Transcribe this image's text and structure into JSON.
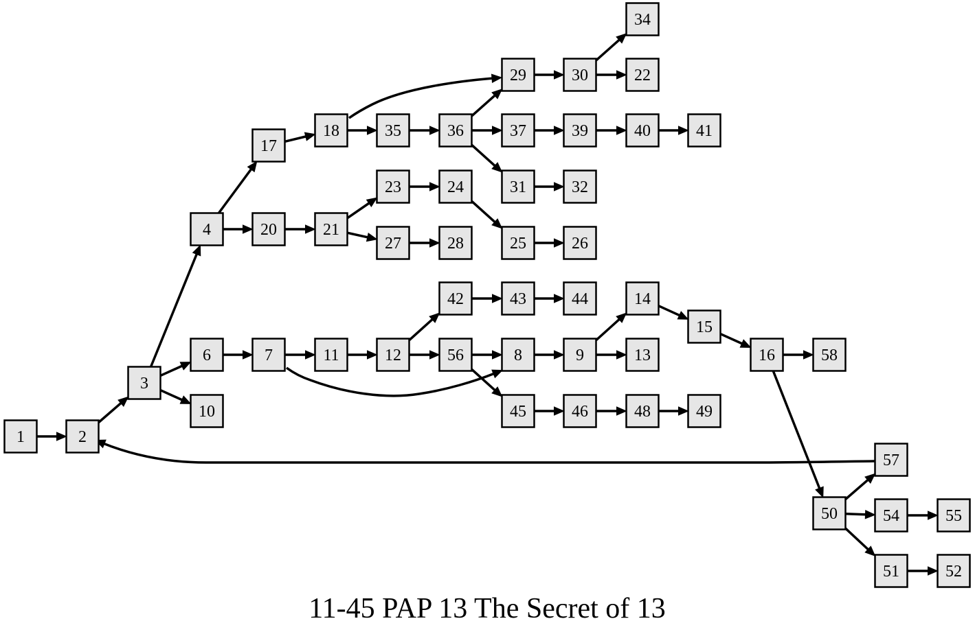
{
  "title": "11-45 PAP 13 The Secret of 13",
  "nodes": [
    {
      "id": "1"
    },
    {
      "id": "2"
    },
    {
      "id": "3"
    },
    {
      "id": "4"
    },
    {
      "id": "6"
    },
    {
      "id": "10"
    },
    {
      "id": "17"
    },
    {
      "id": "20"
    },
    {
      "id": "18"
    },
    {
      "id": "21"
    },
    {
      "id": "35"
    },
    {
      "id": "36"
    },
    {
      "id": "29"
    },
    {
      "id": "37"
    },
    {
      "id": "31"
    },
    {
      "id": "30"
    },
    {
      "id": "39"
    },
    {
      "id": "32"
    },
    {
      "id": "34"
    },
    {
      "id": "22"
    },
    {
      "id": "40"
    },
    {
      "id": "41"
    },
    {
      "id": "23"
    },
    {
      "id": "27"
    },
    {
      "id": "24"
    },
    {
      "id": "28"
    },
    {
      "id": "25"
    },
    {
      "id": "26"
    },
    {
      "id": "7"
    },
    {
      "id": "11"
    },
    {
      "id": "12"
    },
    {
      "id": "42"
    },
    {
      "id": "56"
    },
    {
      "id": "43"
    },
    {
      "id": "44"
    },
    {
      "id": "8"
    },
    {
      "id": "45"
    },
    {
      "id": "9"
    },
    {
      "id": "46"
    },
    {
      "id": "48"
    },
    {
      "id": "49"
    },
    {
      "id": "14"
    },
    {
      "id": "13"
    },
    {
      "id": "15"
    },
    {
      "id": "16"
    },
    {
      "id": "58"
    },
    {
      "id": "50"
    },
    {
      "id": "57"
    },
    {
      "id": "54"
    },
    {
      "id": "51"
    },
    {
      "id": "55"
    },
    {
      "id": "52"
    }
  ],
  "edges": [
    [
      "1",
      "2"
    ],
    [
      "2",
      "3"
    ],
    [
      "3",
      "4"
    ],
    [
      "3",
      "6"
    ],
    [
      "3",
      "10"
    ],
    [
      "4",
      "17"
    ],
    [
      "4",
      "20"
    ],
    [
      "17",
      "18"
    ],
    [
      "18",
      "35"
    ],
    [
      "18",
      "29"
    ],
    [
      "35",
      "36"
    ],
    [
      "36",
      "29"
    ],
    [
      "36",
      "37"
    ],
    [
      "36",
      "31"
    ],
    [
      "29",
      "30"
    ],
    [
      "30",
      "34"
    ],
    [
      "30",
      "22"
    ],
    [
      "37",
      "39"
    ],
    [
      "39",
      "40"
    ],
    [
      "40",
      "41"
    ],
    [
      "31",
      "32"
    ],
    [
      "20",
      "21"
    ],
    [
      "21",
      "23"
    ],
    [
      "21",
      "27"
    ],
    [
      "23",
      "24"
    ],
    [
      "24",
      "25"
    ],
    [
      "25",
      "26"
    ],
    [
      "27",
      "28"
    ],
    [
      "6",
      "7"
    ],
    [
      "7",
      "11"
    ],
    [
      "7",
      "8"
    ],
    [
      "11",
      "12"
    ],
    [
      "12",
      "42"
    ],
    [
      "12",
      "56"
    ],
    [
      "42",
      "43"
    ],
    [
      "43",
      "44"
    ],
    [
      "56",
      "8"
    ],
    [
      "56",
      "45"
    ],
    [
      "45",
      "46"
    ],
    [
      "46",
      "48"
    ],
    [
      "48",
      "49"
    ],
    [
      "8",
      "9"
    ],
    [
      "9",
      "14"
    ],
    [
      "9",
      "13"
    ],
    [
      "14",
      "15"
    ],
    [
      "15",
      "16"
    ],
    [
      "16",
      "58"
    ],
    [
      "16",
      "50"
    ],
    [
      "50",
      "57"
    ],
    [
      "50",
      "54"
    ],
    [
      "50",
      "51"
    ],
    [
      "54",
      "55"
    ],
    [
      "51",
      "52"
    ],
    [
      "57",
      "2"
    ]
  ]
}
